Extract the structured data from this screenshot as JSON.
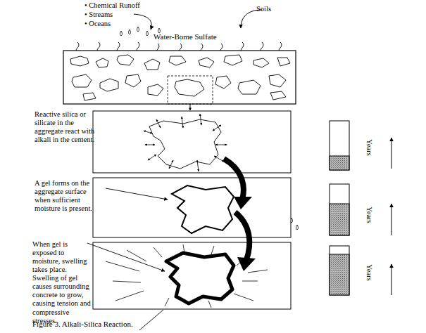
{
  "diagram": {
    "caption": "Figure 3. Alkali-Silica Reaction.",
    "labels": [
      "• Chemical Runoff",
      "• Streams",
      "• Oceans",
      "Soils",
      "Water-Bome Sulfate",
      "Reactive silica or silicate in the aggregate react with alkali in the cement.",
      "A gel forms on the aggregate surface when sufficient moisture is present.",
      "When gel is exposed to moisture, swelling takes place. Swelling of gel causes surrounding concrete to grow, causing tension and compressive stresses.",
      "Years",
      "Years",
      "Years"
    ]
  }
}
